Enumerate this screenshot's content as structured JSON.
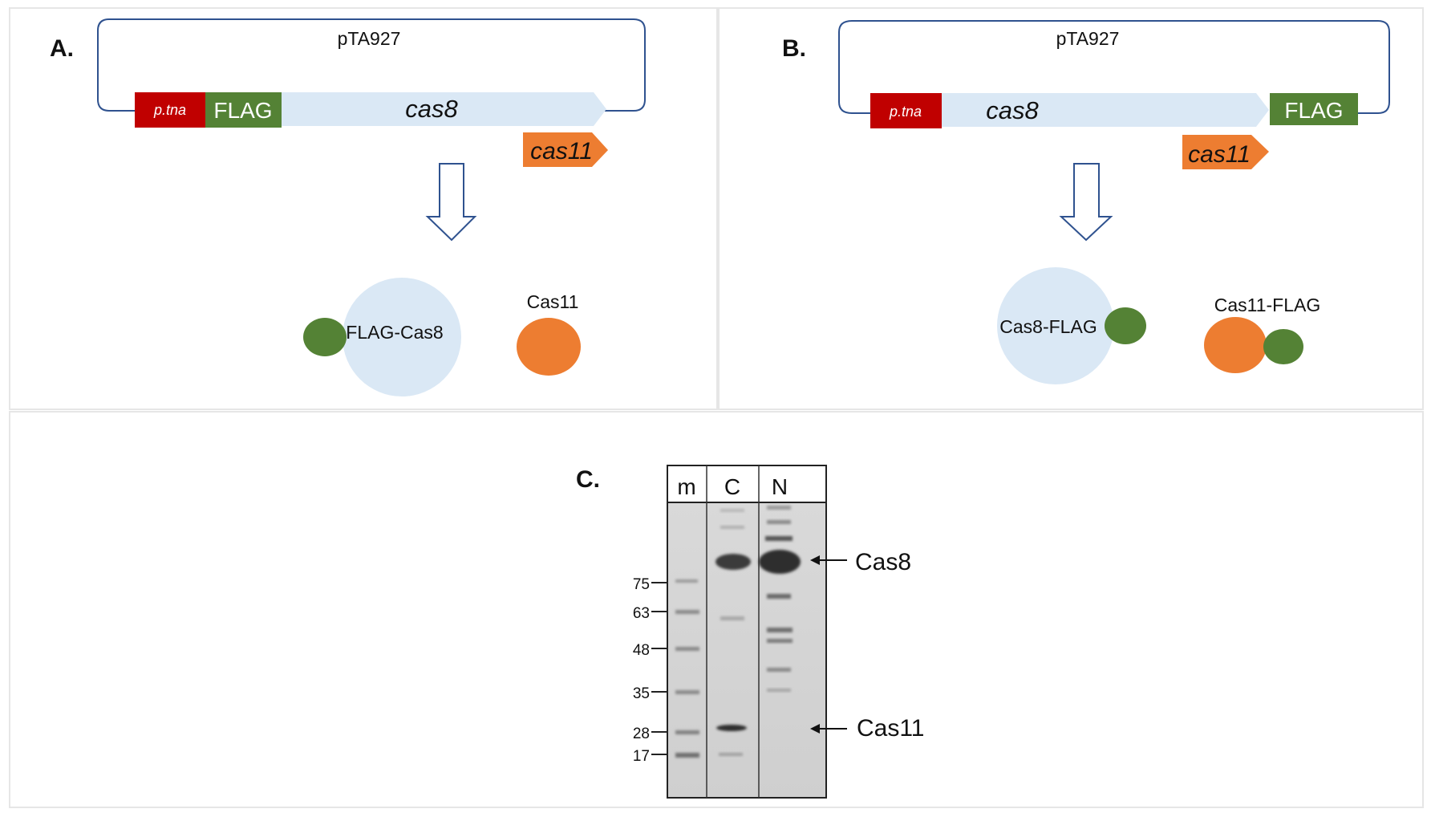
{
  "panel_a": {
    "letter": "A.",
    "plasmid": "pTA927",
    "promoter": "p.tna",
    "tag": "FLAG",
    "gene_main": "cas8",
    "gene_secondary": "cas11",
    "protein_main": "FLAG-Cas8",
    "protein_secondary": "Cas11"
  },
  "panel_b": {
    "letter": "B.",
    "plasmid": "pTA927",
    "promoter": "p.tna",
    "tag": "FLAG",
    "gene_main": "cas8",
    "gene_secondary": "cas11",
    "protein_main": "Cas8-FLAG",
    "protein_secondary": "Cas11-FLAG"
  },
  "panel_c": {
    "letter": "C.",
    "lanes": [
      "m",
      "C",
      "N"
    ],
    "markers": [
      "75",
      "63",
      "48",
      "35",
      "28",
      "17"
    ],
    "band_labels": [
      "Cas8",
      "Cas11"
    ]
  },
  "colors": {
    "promoter_red": "#c00000",
    "flag_green": "#548235",
    "cas8_blue": "#dae8f5",
    "cas11_orange": "#ed7d31",
    "plasmid_line": "#2f528f",
    "arrow_outline": "#2f528f"
  },
  "icons": [
    "down-arrow-icon",
    "left-arrow-icon"
  ]
}
